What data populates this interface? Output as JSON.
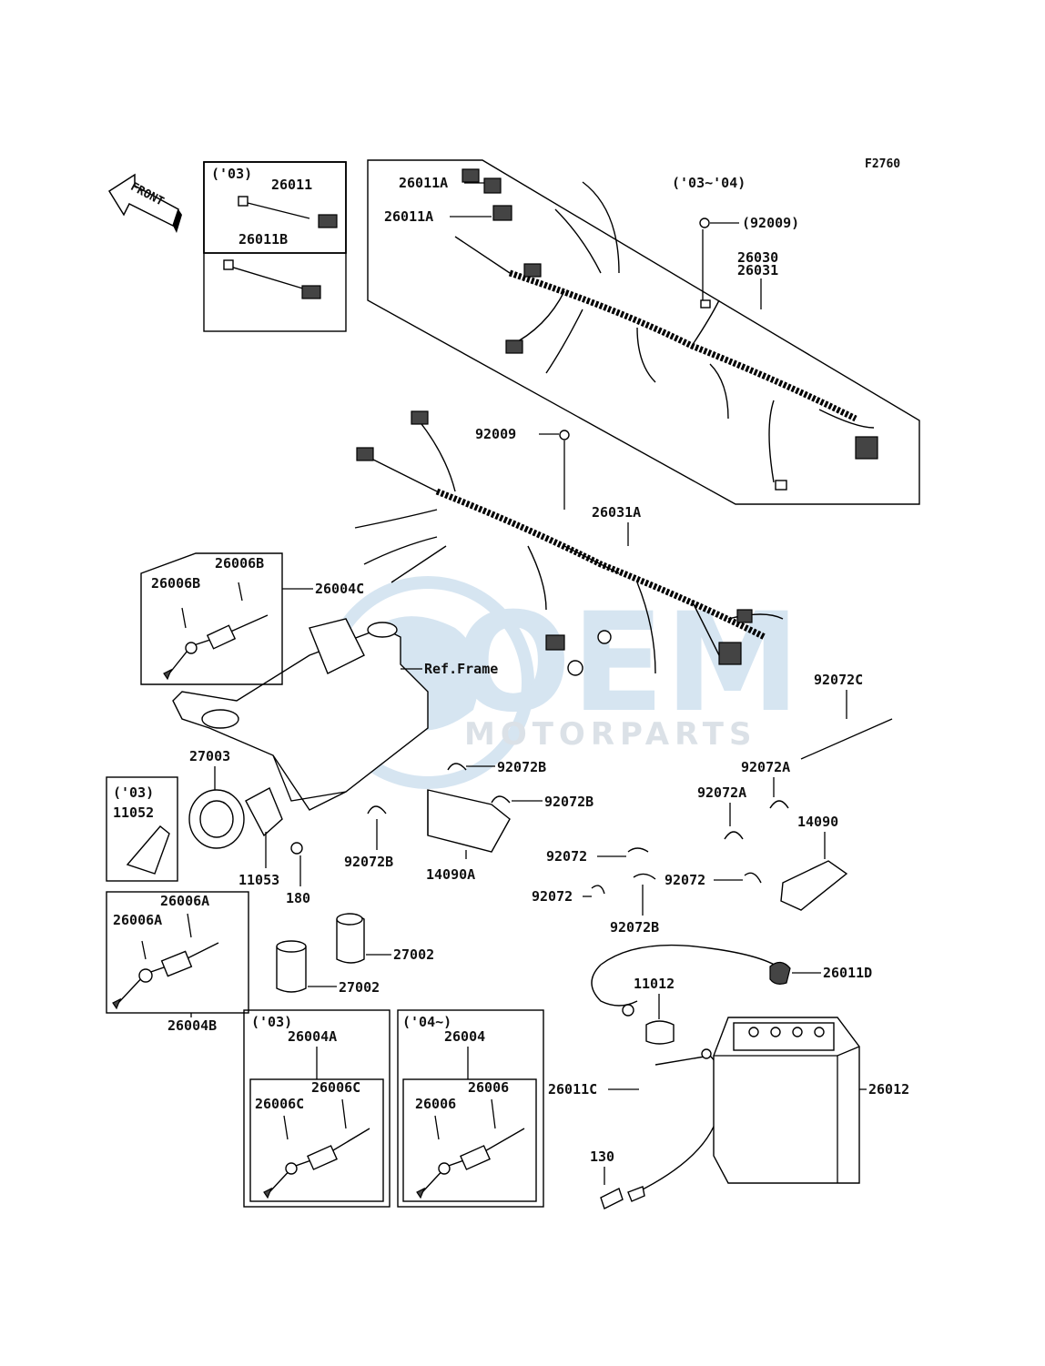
{
  "figure_code": "F2760",
  "front_arrow": {
    "label": "FRONT",
    "icon": "front-arrow-icon"
  },
  "watermark": {
    "brand": "OEM",
    "sub": "MOTORPARTS",
    "color": "#8db6d8"
  },
  "frame_ref": "Ref.Frame",
  "groups": {
    "g03_leads": {
      "year": "('03)",
      "parts": [
        "26011",
        "26011B"
      ]
    },
    "g0304_harness": {
      "year": "('03~'04)",
      "parts": [
        "26011A",
        "26011A",
        "(92009)",
        "26030",
        "26031"
      ]
    },
    "g26004c": {
      "code": "26004C",
      "parts": [
        "26006B",
        "26006B"
      ]
    },
    "g26004b": {
      "code": "26004B",
      "parts": [
        "26006A",
        "26006A"
      ]
    },
    "g11052": {
      "year": "('03)",
      "code": "11052"
    },
    "g26004a": {
      "year": "('03)",
      "code": "26004A",
      "parts": [
        "26006C",
        "26006C"
      ]
    },
    "g26004": {
      "year": "('04~)",
      "code": "26004",
      "parts": [
        "26006",
        "26006"
      ]
    }
  },
  "labels": {
    "l92009": "92009",
    "l26031A": "26031A",
    "l92072C": "92072C",
    "l92072A_1": "92072A",
    "l92072A_2": "92072A",
    "l14090": "14090",
    "l27003": "27003",
    "l92072B_1": "92072B",
    "l92072B_2": "92072B",
    "l92072B_3": "92072B",
    "l92072B_4": "92072B",
    "l14090A": "14090A",
    "l92072_1": "92072",
    "l92072_2": "92072",
    "l92072_3": "92072",
    "l11053": "11053",
    "l180": "180",
    "l27002_1": "27002",
    "l27002_2": "27002",
    "l11012": "11012",
    "l26011D": "26011D",
    "l26011C": "26011C",
    "l26012": "26012",
    "l130": "130"
  }
}
